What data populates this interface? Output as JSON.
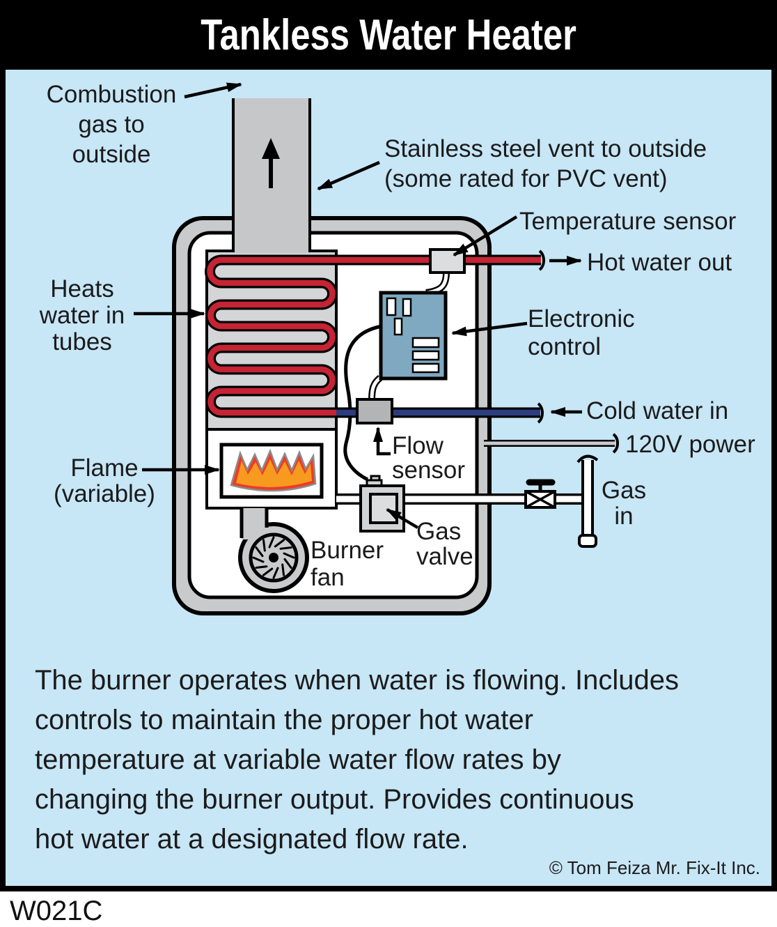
{
  "title": "Tankless Water Heater",
  "labels": {
    "combustion": "Combustion\ngas to\noutside",
    "vent": "Stainless steel vent to outside\n(some rated for PVC vent)",
    "temperature_sensor": "Temperature sensor",
    "hot_water_out": "Hot water out",
    "heats_water": "Heats\nwater in\ntubes",
    "electronic_control": "Electronic\ncontrol",
    "cold_water_in": "Cold water in",
    "power": "120V power",
    "flow_sensor": "Flow\nsensor",
    "flame": "Flame\n(variable)",
    "gas_valve": "Gas\nvalve",
    "gas_in": "Gas\nin",
    "burner_fan": "Burner\nfan"
  },
  "description": "The burner operates when water is flowing. Includes\ncontrols to maintain the proper hot water\ntemperature at variable water flow rates by\nchanging the burner output. Provides continuous\nhot water at a designated flow rate.",
  "credit": "© Tom Feiza Mr. Fix-It Inc.",
  "figure_id": "W021C",
  "colors": {
    "background": "#c7e6f6",
    "hot_pipe_red": "#c52434",
    "cold_pipe_navy": "#2c3d7f",
    "control_board_blue": "#7fa9c1",
    "flame_orange": "#f79a20",
    "flame_red": "#ef3b24",
    "metal_gray": "#c9cacb"
  }
}
